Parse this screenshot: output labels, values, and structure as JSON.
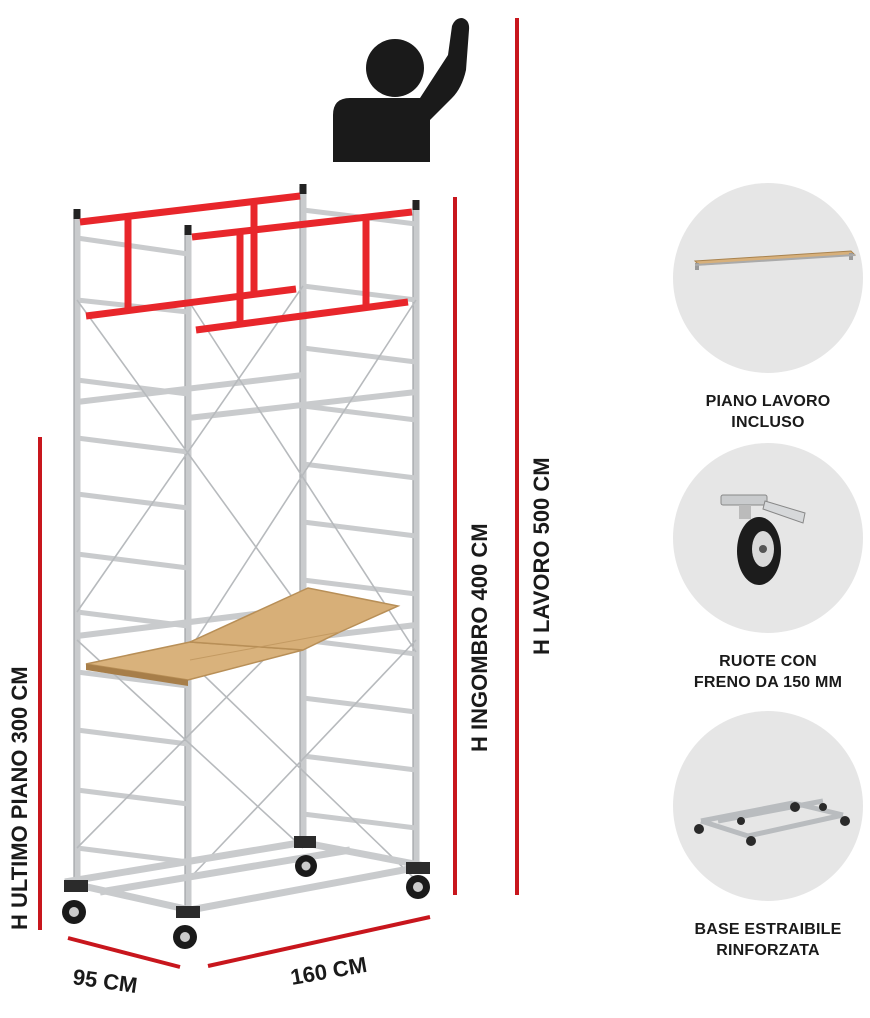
{
  "dimensions": {
    "top_platform_height": "H  ULTIMO PIANO  300 CM",
    "overall_height": "H  INGOMBRO  400 CM",
    "working_height": "H  LAVORO  500 CM",
    "depth": "95 CM",
    "width": "160 CM"
  },
  "features": [
    {
      "icon": "work-platform-icon",
      "line1": "PIANO LAVORO",
      "line2": "INCLUSO"
    },
    {
      "icon": "caster-wheel-icon",
      "line1": "RUOTE CON",
      "line2": "FRENO DA 150 MM"
    },
    {
      "icon": "extendable-base-icon",
      "line1": "BASE ESTRAIBILE",
      "line2": "RINFORZATA"
    }
  ],
  "colors": {
    "dimension_line": "#c8161d",
    "railing": "#e8262b",
    "frame": "#c9cbcd",
    "plank": "#d9b27c",
    "person": "#1a1a1a",
    "circle_bg": "#e6e6e6"
  }
}
